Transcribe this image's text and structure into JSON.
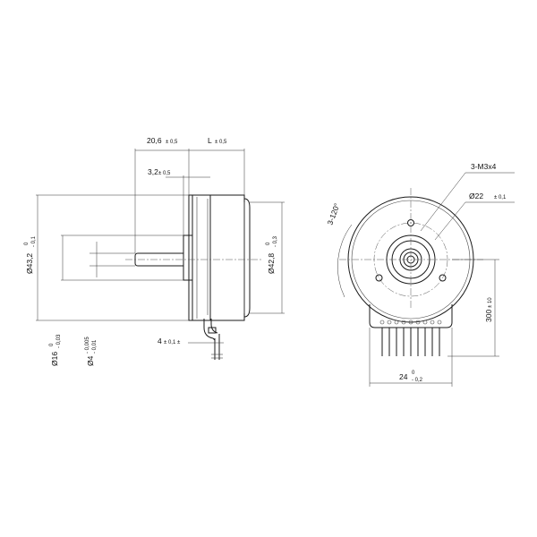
{
  "dimensions": {
    "len_main": "20,6",
    "tol_main": "± 0,5",
    "len_var": "L",
    "tol_var": "± 0,5",
    "flange": "3,2",
    "tol_flange": "± 0,5",
    "dia_body": "Ø43,2",
    "dia_body_tol_up": "0",
    "dia_body_tol_dn": "- 0,1",
    "dia_hub": "Ø42,8",
    "dia_hub_tol_up": "0",
    "dia_hub_tol_dn": "- 0,3",
    "dia_pilot": "Ø16",
    "dia_pilot_tol_up": "0",
    "dia_pilot_tol_dn": "- 0,03",
    "dia_shaft": "Ø4",
    "dia_shaft_tol_up": "- 0,005",
    "dia_shaft_tol_dn": "- 0,01",
    "cable_gap": "4",
    "cable_gap_tol": "± 0,1 ±",
    "thread": "3-M3x4",
    "bolt_circle": "Ø22",
    "bolt_circle_tol": "± 0,1",
    "angle": "3-120°",
    "lead_len": "300",
    "lead_len_tol": "± 10",
    "pitch": "24",
    "pitch_tol_up": "0",
    "pitch_tol_dn": "- 0,2"
  },
  "colors": {
    "line": "#1a1a1a",
    "background": "#ffffff"
  }
}
